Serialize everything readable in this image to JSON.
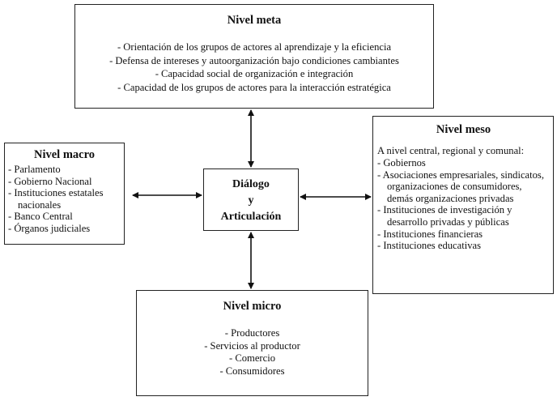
{
  "meta": {
    "title": "Nivel meta",
    "items": [
      "-  Orientación de los grupos de actores al aprendizaje y la eficiencia",
      "-  Defensa de intereses y autoorganización bajo condiciones cambiantes",
      "-  Capacidad social de organización e integración",
      "-  Capacidad de los grupos de actores para la interacción estratégica"
    ]
  },
  "macro": {
    "title": "Nivel macro",
    "items": [
      "-  Parlamento",
      "-  Gobierno Nacional",
      "-  Instituciones estatales nacionales",
      "-  Banco Central",
      "-  Órganos judiciales"
    ]
  },
  "center": {
    "lines": [
      "Diálogo",
      "y",
      "Articulación"
    ]
  },
  "meso": {
    "title": "Nivel meso",
    "intro": "A nivel central, regional y comunal:",
    "items": [
      "-  Gobiernos",
      "-  Asociaciones empresariales, sindicatos, organizaciones de consumidores, demás organizaciones privadas",
      "-  Instituciones de investigación y desarrollo privadas y públicas",
      "-  Instituciones financieras",
      "-  Instituciones educativas"
    ]
  },
  "micro": {
    "title": "Nivel micro",
    "items": [
      "-  Productores",
      "-  Servicios al productor",
      "-  Comercio",
      "-  Consumidores"
    ]
  }
}
